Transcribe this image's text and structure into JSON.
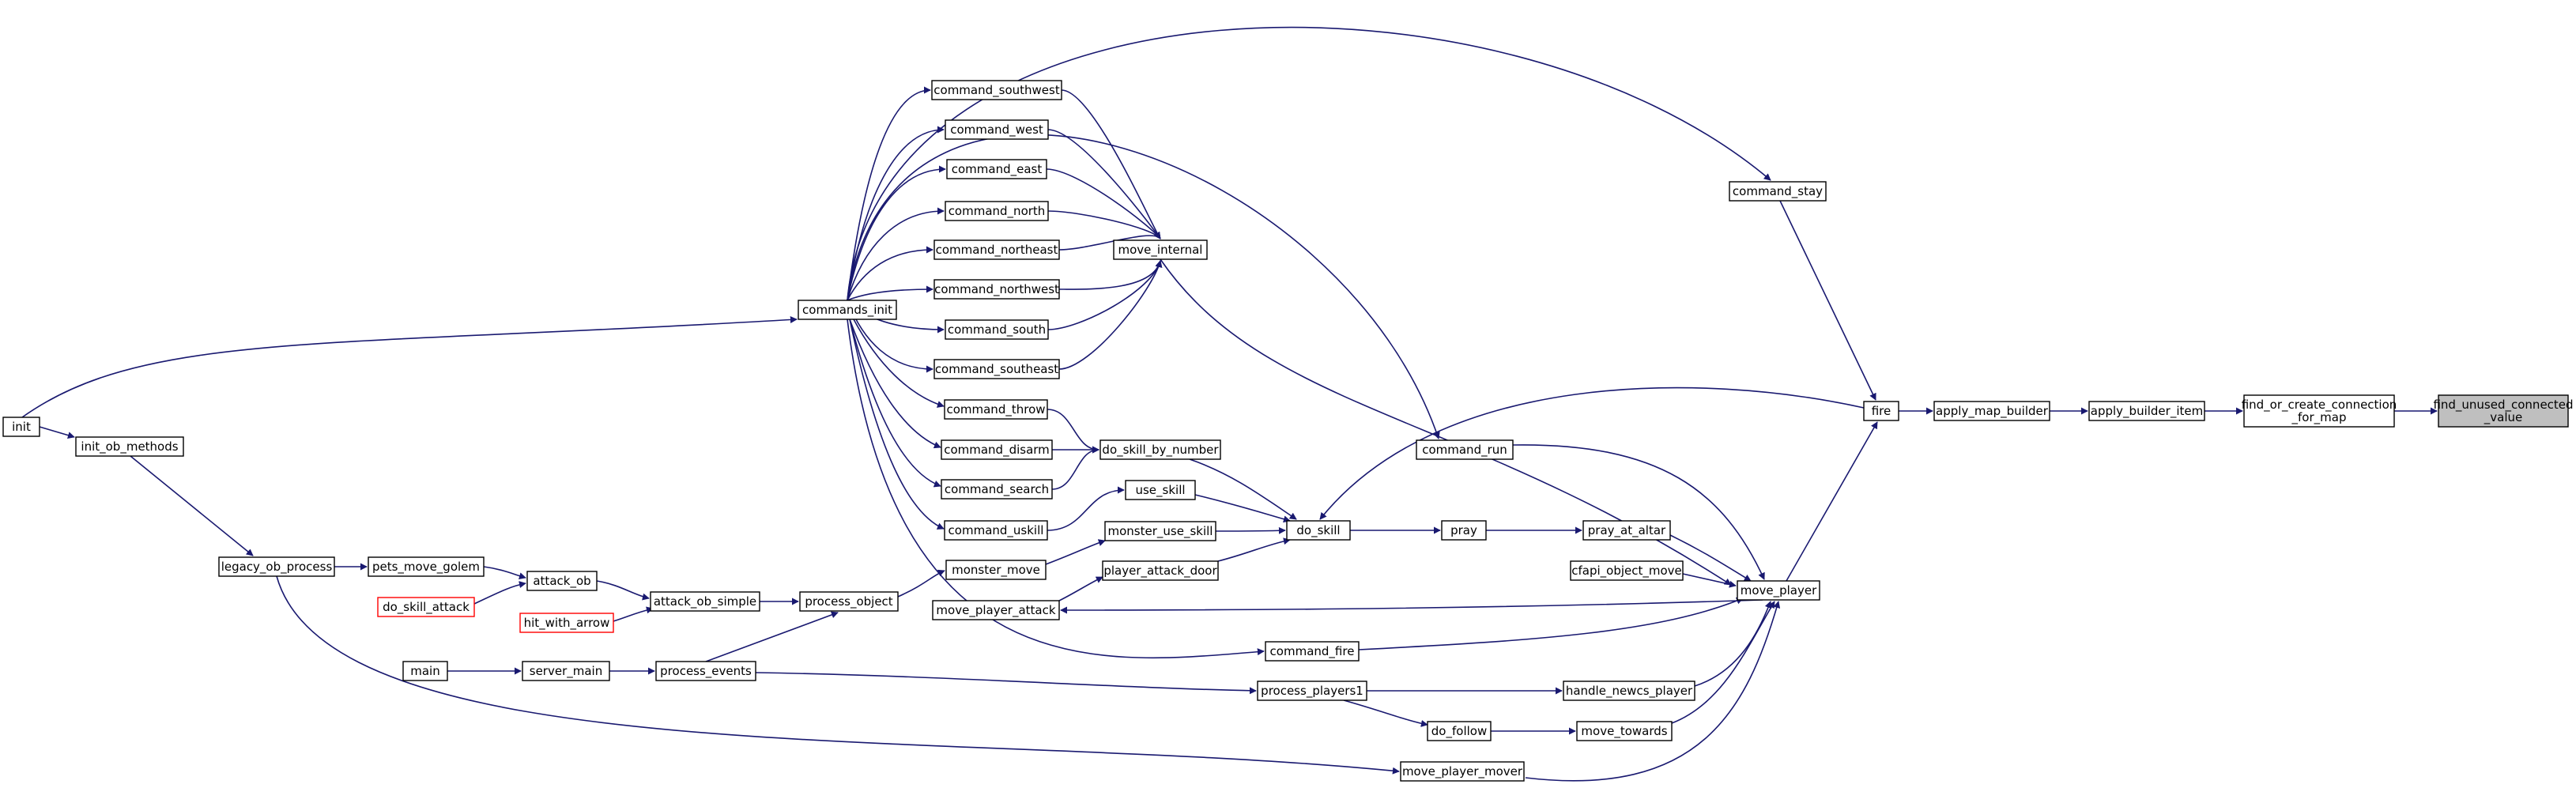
{
  "graph": {
    "type": "caller-graph",
    "colors": {
      "edge": "#191970",
      "node_border": "#000000",
      "external_border": "#ff0000",
      "highlight_fill": "#bfbfbf"
    },
    "nodes": [
      {
        "id": "find_unused_connected_value",
        "label": [
          "find_unused_connected",
          "_value"
        ],
        "style": "highlight"
      },
      {
        "id": "find_or_create_connection_for_map",
        "label": [
          "find_or_create_connection",
          "_for_map"
        ],
        "style": "normal"
      },
      {
        "id": "apply_builder_item",
        "label": [
          "apply_builder_item"
        ],
        "style": "normal"
      },
      {
        "id": "apply_map_builder",
        "label": [
          "apply_map_builder"
        ],
        "style": "normal"
      },
      {
        "id": "fire",
        "label": [
          "fire"
        ],
        "style": "normal"
      },
      {
        "id": "command_stay",
        "label": [
          "command_stay"
        ],
        "style": "normal"
      },
      {
        "id": "command_southwest",
        "label": [
          "command_southwest"
        ],
        "style": "normal"
      },
      {
        "id": "command_west",
        "label": [
          "command_west"
        ],
        "style": "normal"
      },
      {
        "id": "command_east",
        "label": [
          "command_east"
        ],
        "style": "normal"
      },
      {
        "id": "command_north",
        "label": [
          "command_north"
        ],
        "style": "normal"
      },
      {
        "id": "command_northeast",
        "label": [
          "command_northeast"
        ],
        "style": "normal"
      },
      {
        "id": "command_northwest",
        "label": [
          "command_northwest"
        ],
        "style": "normal"
      },
      {
        "id": "command_south",
        "label": [
          "command_south"
        ],
        "style": "normal"
      },
      {
        "id": "command_southeast",
        "label": [
          "command_southeast"
        ],
        "style": "normal"
      },
      {
        "id": "move_internal",
        "label": [
          "move_internal"
        ],
        "style": "normal"
      },
      {
        "id": "commands_init",
        "label": [
          "commands_init"
        ],
        "style": "normal"
      },
      {
        "id": "init",
        "label": [
          "init"
        ],
        "style": "normal"
      },
      {
        "id": "init_ob_methods",
        "label": [
          "init_ob_methods"
        ],
        "style": "normal"
      },
      {
        "id": "command_throw",
        "label": [
          "command_throw"
        ],
        "style": "normal"
      },
      {
        "id": "command_disarm",
        "label": [
          "command_disarm"
        ],
        "style": "normal"
      },
      {
        "id": "command_search",
        "label": [
          "command_search"
        ],
        "style": "normal"
      },
      {
        "id": "do_skill_by_number",
        "label": [
          "do_skill_by_number"
        ],
        "style": "normal"
      },
      {
        "id": "use_skill",
        "label": [
          "use_skill"
        ],
        "style": "normal"
      },
      {
        "id": "command_uskill",
        "label": [
          "command_uskill"
        ],
        "style": "normal"
      },
      {
        "id": "command_run",
        "label": [
          "command_run"
        ],
        "style": "normal"
      },
      {
        "id": "do_skill",
        "label": [
          "do_skill"
        ],
        "style": "normal"
      },
      {
        "id": "pray",
        "label": [
          "pray"
        ],
        "style": "normal"
      },
      {
        "id": "pray_at_altar",
        "label": [
          "pray_at_altar"
        ],
        "style": "normal"
      },
      {
        "id": "cfapi_object_move",
        "label": [
          "cfapi_object_move"
        ],
        "style": "normal"
      },
      {
        "id": "move_player",
        "label": [
          "move_player"
        ],
        "style": "normal"
      },
      {
        "id": "monster_use_skill",
        "label": [
          "monster_use_skill"
        ],
        "style": "normal"
      },
      {
        "id": "monster_move",
        "label": [
          "monster_move"
        ],
        "style": "normal"
      },
      {
        "id": "player_attack_door",
        "label": [
          "player_attack_door"
        ],
        "style": "normal"
      },
      {
        "id": "move_player_attack",
        "label": [
          "move_player_attack"
        ],
        "style": "normal"
      },
      {
        "id": "legacy_ob_process",
        "label": [
          "legacy_ob_process"
        ],
        "style": "normal"
      },
      {
        "id": "pets_move_golem",
        "label": [
          "pets_move_golem"
        ],
        "style": "normal"
      },
      {
        "id": "attack_ob",
        "label": [
          "attack_ob"
        ],
        "style": "normal"
      },
      {
        "id": "do_skill_attack",
        "label": [
          "do_skill_attack"
        ],
        "style": "external"
      },
      {
        "id": "hit_with_arrow",
        "label": [
          "hit_with_arrow"
        ],
        "style": "external"
      },
      {
        "id": "attack_ob_simple",
        "label": [
          "attack_ob_simple"
        ],
        "style": "normal"
      },
      {
        "id": "process_object",
        "label": [
          "process_object"
        ],
        "style": "normal"
      },
      {
        "id": "command_fire",
        "label": [
          "command_fire"
        ],
        "style": "normal"
      },
      {
        "id": "main",
        "label": [
          "main"
        ],
        "style": "normal"
      },
      {
        "id": "server_main",
        "label": [
          "server_main"
        ],
        "style": "normal"
      },
      {
        "id": "process_events",
        "label": [
          "process_events"
        ],
        "style": "normal"
      },
      {
        "id": "process_players1",
        "label": [
          "process_players1"
        ],
        "style": "normal"
      },
      {
        "id": "handle_newcs_player",
        "label": [
          "handle_newcs_player"
        ],
        "style": "normal"
      },
      {
        "id": "do_follow",
        "label": [
          "do_follow"
        ],
        "style": "normal"
      },
      {
        "id": "move_towards",
        "label": [
          "move_towards"
        ],
        "style": "normal"
      },
      {
        "id": "move_player_mover",
        "label": [
          "move_player_mover"
        ],
        "style": "normal"
      }
    ],
    "edges": [
      [
        "find_or_create_connection_for_map",
        "find_unused_connected_value"
      ],
      [
        "apply_builder_item",
        "find_or_create_connection_for_map"
      ],
      [
        "apply_map_builder",
        "apply_builder_item"
      ],
      [
        "fire",
        "apply_map_builder"
      ],
      [
        "command_stay",
        "fire"
      ],
      [
        "move_player",
        "fire"
      ],
      [
        "commands_init",
        "command_stay"
      ],
      [
        "fire",
        "do_skill"
      ],
      [
        "init",
        "commands_init"
      ],
      [
        "init",
        "init_ob_methods"
      ],
      [
        "init_ob_methods",
        "legacy_ob_process"
      ],
      [
        "commands_init",
        "command_southwest"
      ],
      [
        "commands_init",
        "command_west"
      ],
      [
        "commands_init",
        "command_east"
      ],
      [
        "commands_init",
        "command_north"
      ],
      [
        "commands_init",
        "command_northeast"
      ],
      [
        "commands_init",
        "command_northwest"
      ],
      [
        "commands_init",
        "command_south"
      ],
      [
        "commands_init",
        "command_southeast"
      ],
      [
        "commands_init",
        "command_throw"
      ],
      [
        "commands_init",
        "command_disarm"
      ],
      [
        "commands_init",
        "command_search"
      ],
      [
        "commands_init",
        "command_uskill"
      ],
      [
        "commands_init",
        "command_run"
      ],
      [
        "commands_init",
        "command_fire"
      ],
      [
        "command_southwest",
        "move_internal"
      ],
      [
        "command_west",
        "move_internal"
      ],
      [
        "command_east",
        "move_internal"
      ],
      [
        "command_north",
        "move_internal"
      ],
      [
        "command_northeast",
        "move_internal"
      ],
      [
        "command_northwest",
        "move_internal"
      ],
      [
        "command_south",
        "move_internal"
      ],
      [
        "command_southeast",
        "move_internal"
      ],
      [
        "move_internal",
        "move_player"
      ],
      [
        "command_throw",
        "do_skill_by_number"
      ],
      [
        "command_disarm",
        "do_skill_by_number"
      ],
      [
        "command_search",
        "do_skill_by_number"
      ],
      [
        "do_skill_by_number",
        "do_skill"
      ],
      [
        "command_uskill",
        "use_skill"
      ],
      [
        "use_skill",
        "do_skill"
      ],
      [
        "monster_use_skill",
        "do_skill"
      ],
      [
        "player_attack_door",
        "do_skill"
      ],
      [
        "command_run",
        "move_player"
      ],
      [
        "do_skill",
        "pray"
      ],
      [
        "pray",
        "pray_at_altar"
      ],
      [
        "pray_at_altar",
        "move_player"
      ],
      [
        "cfapi_object_move",
        "move_player"
      ],
      [
        "command_fire",
        "move_player"
      ],
      [
        "handle_newcs_player",
        "move_player"
      ],
      [
        "move_towards",
        "move_player"
      ],
      [
        "move_player_mover",
        "move_player"
      ],
      [
        "move_player",
        "move_player_attack"
      ],
      [
        "move_player_attack",
        "player_attack_door"
      ],
      [
        "monster_move",
        "monster_use_skill"
      ],
      [
        "process_object",
        "monster_move"
      ],
      [
        "legacy_ob_process",
        "pets_move_golem"
      ],
      [
        "pets_move_golem",
        "attack_ob"
      ],
      [
        "do_skill_attack",
        "attack_ob"
      ],
      [
        "attack_ob",
        "attack_ob_simple"
      ],
      [
        "hit_with_arrow",
        "attack_ob_simple"
      ],
      [
        "attack_ob_simple",
        "process_object"
      ],
      [
        "process_events",
        "process_object"
      ],
      [
        "main",
        "server_main"
      ],
      [
        "server_main",
        "process_events"
      ],
      [
        "process_events",
        "process_players1"
      ],
      [
        "process_players1",
        "handle_newcs_player"
      ],
      [
        "process_players1",
        "do_follow"
      ],
      [
        "do_follow",
        "move_towards"
      ],
      [
        "legacy_ob_process",
        "move_player_mover"
      ]
    ]
  }
}
